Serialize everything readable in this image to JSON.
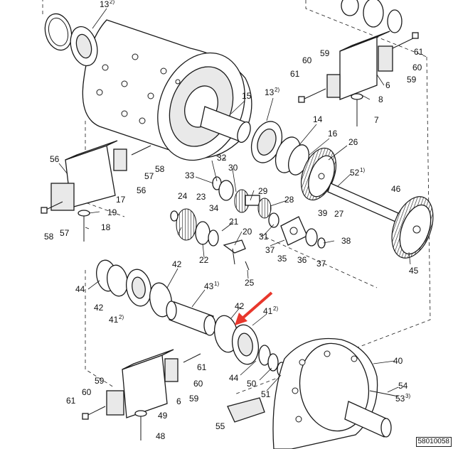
{
  "diagram": {
    "reference_code": "58010058",
    "arrow_color": "#e8372c",
    "callouts": [
      {
        "id": "c13a",
        "text": "13",
        "sup": "2)"
      },
      {
        "id": "c13b",
        "text": "13",
        "sup": "2)"
      },
      {
        "id": "c15",
        "text": "15"
      },
      {
        "id": "c14",
        "text": "14"
      },
      {
        "id": "c16",
        "text": "16"
      },
      {
        "id": "c26",
        "text": "26"
      },
      {
        "id": "c52",
        "text": "52",
        "sup": "1)"
      },
      {
        "id": "c46",
        "text": "46"
      },
      {
        "id": "c27",
        "text": "27"
      },
      {
        "id": "c45",
        "text": "45"
      },
      {
        "id": "c61a",
        "text": "61"
      },
      {
        "id": "c60a",
        "text": "60"
      },
      {
        "id": "c59a",
        "text": "59"
      },
      {
        "id": "c60b",
        "text": "60"
      },
      {
        "id": "c59b",
        "text": "59"
      },
      {
        "id": "c6a",
        "text": "6"
      },
      {
        "id": "c61b",
        "text": "61"
      },
      {
        "id": "c8",
        "text": "8"
      },
      {
        "id": "c7",
        "text": "7"
      },
      {
        "id": "c56a",
        "text": "56"
      },
      {
        "id": "c57a",
        "text": "57"
      },
      {
        "id": "c58a",
        "text": "58"
      },
      {
        "id": "c56b",
        "text": "56"
      },
      {
        "id": "c17",
        "text": "17"
      },
      {
        "id": "c19",
        "text": "19"
      },
      {
        "id": "c18",
        "text": "18"
      },
      {
        "id": "c58b",
        "text": "58"
      },
      {
        "id": "c57b",
        "text": "57"
      },
      {
        "id": "c32",
        "text": "32"
      },
      {
        "id": "c33",
        "text": "33"
      },
      {
        "id": "c30",
        "text": "30"
      },
      {
        "id": "c29",
        "text": "29"
      },
      {
        "id": "c34",
        "text": "34"
      },
      {
        "id": "c24",
        "text": "24"
      },
      {
        "id": "c23",
        "text": "23"
      },
      {
        "id": "c28",
        "text": "28"
      },
      {
        "id": "c39",
        "text": "39"
      },
      {
        "id": "c21",
        "text": "21"
      },
      {
        "id": "c20",
        "text": "20"
      },
      {
        "id": "c31",
        "text": "31"
      },
      {
        "id": "c38",
        "text": "38"
      },
      {
        "id": "c22",
        "text": "22"
      },
      {
        "id": "c37a",
        "text": "37"
      },
      {
        "id": "c35",
        "text": "35"
      },
      {
        "id": "c36",
        "text": "36"
      },
      {
        "id": "c37b",
        "text": "37"
      },
      {
        "id": "c25",
        "text": "25"
      },
      {
        "id": "c42a",
        "text": "42"
      },
      {
        "id": "c44a",
        "text": "44"
      },
      {
        "id": "c42b",
        "text": "42"
      },
      {
        "id": "c41a",
        "text": "41",
        "sup": "2)"
      },
      {
        "id": "c43",
        "text": "43",
        "sup": "1)"
      },
      {
        "id": "c42c",
        "text": "42"
      },
      {
        "id": "c41b",
        "text": "41",
        "sup": "2)"
      },
      {
        "id": "c40",
        "text": "40"
      },
      {
        "id": "c44b",
        "text": "44"
      },
      {
        "id": "c50",
        "text": "50"
      },
      {
        "id": "c51",
        "text": "51"
      },
      {
        "id": "c54",
        "text": "54"
      },
      {
        "id": "c53",
        "text": "53",
        "sup": "3)"
      },
      {
        "id": "c61c",
        "text": "61"
      },
      {
        "id": "c60c",
        "text": "60"
      },
      {
        "id": "c59c",
        "text": "59"
      },
      {
        "id": "c59d",
        "text": "59"
      },
      {
        "id": "c60d",
        "text": "60"
      },
      {
        "id": "c6b",
        "text": "6"
      },
      {
        "id": "c61d",
        "text": "61"
      },
      {
        "id": "c49",
        "text": "49"
      },
      {
        "id": "c48",
        "text": "48"
      },
      {
        "id": "c55",
        "text": "55"
      }
    ]
  }
}
